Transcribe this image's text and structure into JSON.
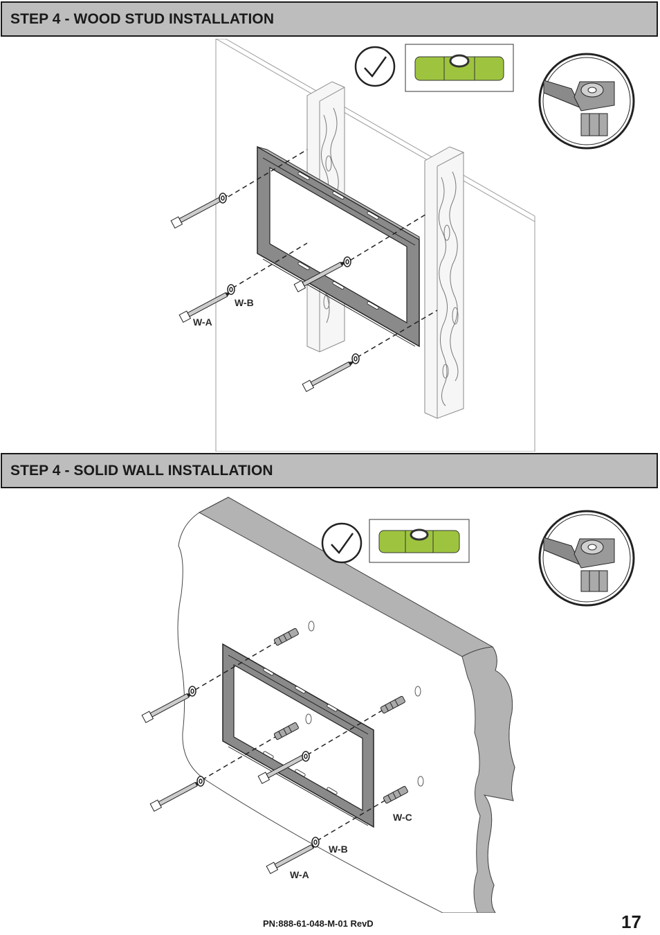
{
  "sections": [
    {
      "title": "STEP 4 - WOOD STUD INSTALLATION",
      "labels": {
        "wa": "W-A",
        "wb": "W-B"
      }
    },
    {
      "title": "STEP 4 - SOLID WALL INSTALLATION",
      "labels": {
        "wa": "W-A",
        "wb": "W-B",
        "wc": "W-C"
      }
    }
  ],
  "footer": {
    "part_number": "PN:888-61-048-M-01  RevD",
    "page_number": "17"
  },
  "icons": [
    "check-icon",
    "level-icon",
    "wrench-icon"
  ],
  "colors": {
    "level_green": "#9ec43f",
    "header_gray": "#bdbdbd",
    "wall_gray": "#b3b3b3",
    "bracket_gray": "#8a8a8a"
  }
}
